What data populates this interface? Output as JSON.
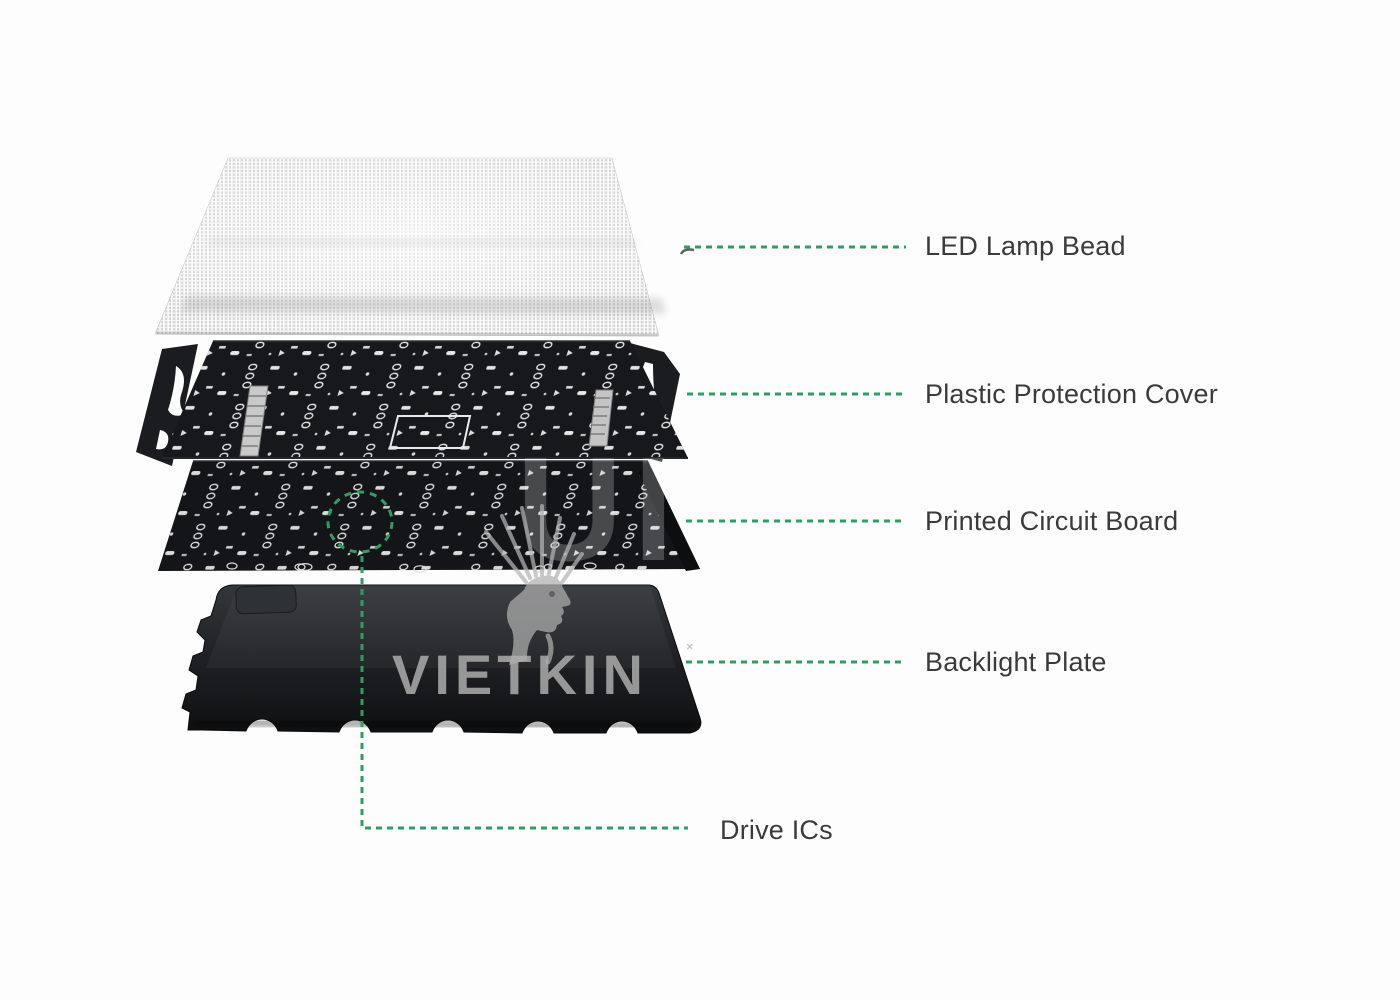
{
  "diagram": {
    "subject": "LED display module exploded view",
    "layers": [
      {
        "id": "led-lamp-bead",
        "label": "LED Lamp Bead"
      },
      {
        "id": "plastic-protection-cover",
        "label": "Plastic Protection Cover"
      },
      {
        "id": "printed-circuit-board",
        "label": "Printed Circuit Board"
      },
      {
        "id": "backlight-plate",
        "label": "Backlight Plate"
      },
      {
        "id": "drive-ics",
        "label": "Drive ICs"
      }
    ]
  },
  "watermark": {
    "brand_text": "VIETKIN",
    "ghost_text": "UI",
    "logo": "warrior-head",
    "artifact_mark": "×"
  },
  "colors": {
    "callout_green": "#2f9e63",
    "label_text": "#3b3b3c",
    "watermark_gray": "#a2a2a2",
    "board_dark": "#17181b",
    "plate_dark": "#1c1e21",
    "background": "#fdfdfd"
  }
}
